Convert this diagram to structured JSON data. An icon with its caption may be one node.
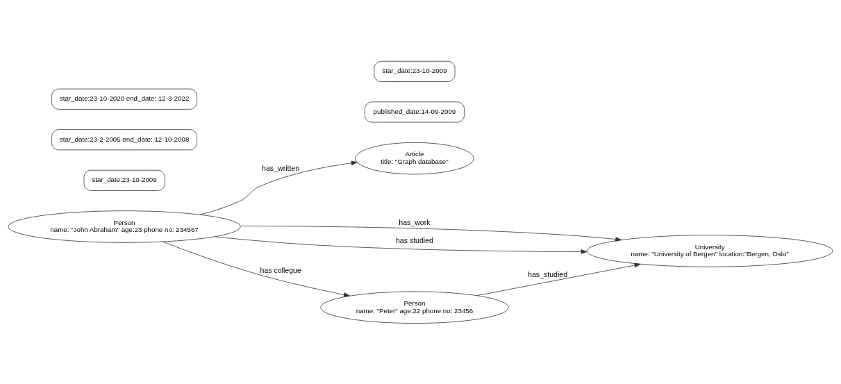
{
  "diagram": {
    "nodes": [
      {
        "text": [
          "Article",
          "title: \"Graph database\""
        ]
      },
      {
        "text": [
          "Person",
          "name: \"John Abraham\" age:23 phone no: 234567"
        ]
      },
      {
        "text": [
          "University",
          "name: \"University of Bergen\" location:\"Bergen, Oslo\""
        ]
      },
      {
        "text": [
          "Person",
          "name: \"Peter\" age:22 phone no: 23456"
        ]
      },
      {
        "text": [
          "star_date:23-10-2009"
        ]
      },
      {
        "text": [
          "published_date:14-09-2009"
        ]
      },
      {
        "text": [
          "star_date:23-10-2009"
        ]
      },
      {
        "text": [
          "star_date:23-2-2005 end_date: 12-10-2008"
        ]
      },
      {
        "text": [
          "star_date:23-10-2020 end_date: 12-3-2022"
        ]
      }
    ],
    "edges": [
      {
        "from": 1,
        "to": 0,
        "arrow": "to",
        "label": "has_written"
      },
      {
        "from": 1,
        "to": 2,
        "arrow": "to",
        "label": "has_work"
      },
      {
        "from": 1,
        "to": 2,
        "arrow": "to",
        "label": "has studied"
      },
      {
        "from": 1,
        "to": 3,
        "arrow": "to",
        "label": "has collegue"
      },
      {
        "from": 3,
        "to": 2,
        "arrow": "to",
        "label": "has_studied"
      }
    ]
  }
}
